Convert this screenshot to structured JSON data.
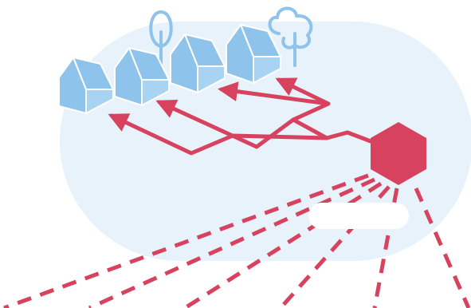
{
  "diagram": {
    "houses": [
      {
        "id": "house-1"
      },
      {
        "id": "house-2"
      },
      {
        "id": "house-3"
      },
      {
        "id": "house-4"
      }
    ],
    "trees": [
      {
        "id": "tree-left"
      },
      {
        "id": "tree-right"
      }
    ],
    "hub": {
      "id": "hub-hexagon",
      "icon": "hexagon"
    },
    "label": "",
    "colors": {
      "background_blob": "#e7f2fb",
      "house_roof": "#8ec3ec",
      "house_wall": "#a9d3f3",
      "house_outline": "#ffffff",
      "tree_outline": "#8ec3ec",
      "connector": "#d7435f",
      "hub": "#d7435f"
    }
  }
}
